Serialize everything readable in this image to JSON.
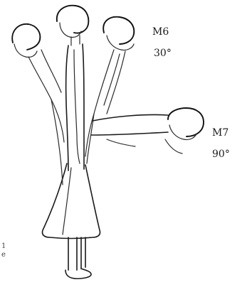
{
  "figure": {
    "poses": [
      {
        "id": "M6",
        "label": "M6",
        "angle": "30°"
      },
      {
        "id": "M7",
        "label": "M7",
        "angle": "90°"
      }
    ],
    "margin_marks": [
      "1",
      "e"
    ]
  },
  "colors": {
    "ink": "#1a1a1a",
    "paper": "#ffffff"
  }
}
